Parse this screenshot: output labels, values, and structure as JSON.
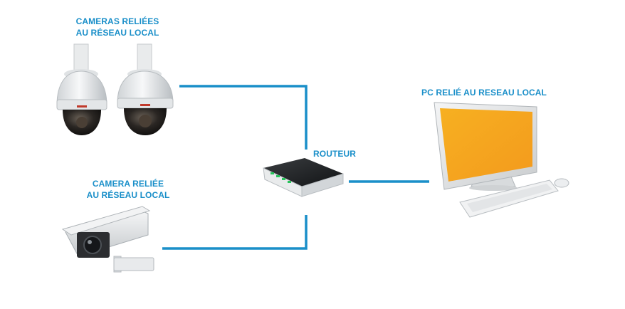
{
  "labels": {
    "dome_cameras": [
      "CAMERAS RELIÉES",
      "AU RÉSEAU LOCAL"
    ],
    "box_camera": [
      "CAMERA RELIÉE",
      "AU RÉSEAU LOCAL"
    ],
    "router": "ROUTEUR",
    "pc": "PC RELIÉ AU RESEAU LOCAL"
  },
  "colors": {
    "label": "#1a8fc9",
    "link": "#1a8fc9",
    "screen": "#f5a623"
  }
}
